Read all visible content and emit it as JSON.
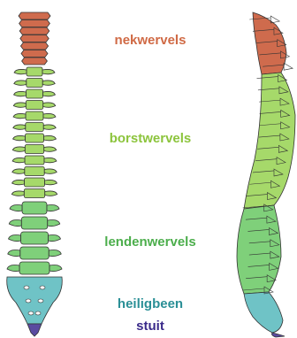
{
  "regions": {
    "cervical": {
      "label": "nekwervels",
      "color": "#d06a45",
      "bone_color": "#cf6b4d"
    },
    "thoracic": {
      "label": "borstwervels",
      "color": "#8cc43c",
      "bone_color": "#a6d96a"
    },
    "lumbar": {
      "label": "lendenwervels",
      "color": "#4cae4c",
      "bone_color": "#7fd07a"
    },
    "sacrum": {
      "label": "heiligbeen",
      "color": "#2a8f96",
      "bone_color": "#6fc3c6"
    },
    "coccyx": {
      "label": "stuit",
      "color": "#3a2a8a",
      "bone_color": "#5a4aa0"
    }
  },
  "outline_color": "#333333"
}
